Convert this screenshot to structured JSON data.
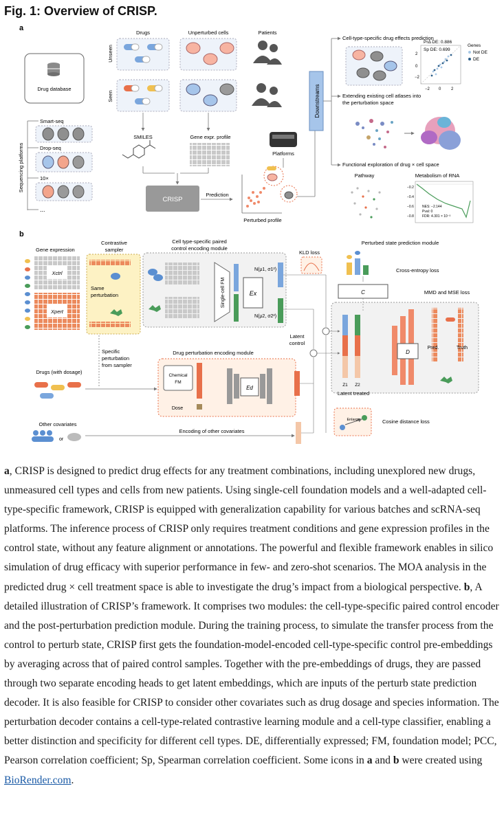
{
  "title": "Fig. 1: Overview of CRISP.",
  "panel_a": {
    "label": "a",
    "drug_database": "Drug database",
    "col_drugs": "Drugs",
    "col_unperturbed": "Unperturbed cells",
    "col_patients": "Patients",
    "row_unseen": "Unseen",
    "row_seen": "Seen",
    "smiles": "SMILES",
    "gene_expr": "Gene expr. profile",
    "platforms": "Platforms",
    "seq_platforms": "Sequencing platforms",
    "smart_seq": "Smart-seq",
    "drop_seq": "Drop-seq",
    "tenx": "10×",
    "dots": "...",
    "crisp": "CRISP",
    "prediction": "Prediction",
    "perturbed_profile": "Perturbed profile",
    "downstreams": "Downstreams",
    "ds1": "Cell-type-specific drug effects prediction",
    "pr_de": "PrΔ DE: 0.886",
    "sp_de": "Sp DE: 0.699",
    "genes": "Genes",
    "not_de": "Not DE",
    "de": "DE",
    "ds2_l1": "Extending existing cell atlases into",
    "ds2_l2": "the perturbation space",
    "ds3": "Functional exploration of drug × cell space",
    "pathway": "Pathway",
    "metabolism": "Metabolism of RNA",
    "nes": "NES: −2.144",
    "pval": "Pval: 0",
    "fdr": "FDR: 4.301 × 10⁻³"
  },
  "panel_b": {
    "label": "b",
    "gene_expression": "Gene expression",
    "contrastive_l1": "Contrastive",
    "contrastive_l2": "sampler",
    "same_l1": "Same",
    "same_l2": "perturbation",
    "paired_l1": "Cell type-specific paired",
    "paired_l2": "control encoding module",
    "single_cell_fm": "Single-cell FM",
    "ex": "Ex",
    "n1": "N(μ1, σ1²)",
    "n2": "N(μ2, σ2²)",
    "kld": "KLD loss",
    "perturbed_module": "Perturbed state prediction module",
    "cross_entropy": "Cross-entropy loss",
    "c": "C",
    "mmd": "MMD and MSE loss",
    "latent_control_l1": "Latent",
    "latent_control_l2": "control",
    "d": "D",
    "pred": "Pred.",
    "truth": "Truth",
    "z1": "Z1",
    "z2": "Z2",
    "latent_treated": "Latent treated",
    "specific_l1": "Specific",
    "specific_l2": "perturbation",
    "specific_l3": "from sampler",
    "drug_module": "Drug perturbation encoding module",
    "drugs_dosage": "Drugs (with dosage)",
    "chemical_fm_l1": "Chemical",
    "chemical_fm_l2": "FM",
    "dose": "Dose",
    "ed": "Ed",
    "other_covariates": "Other covariates",
    "or": "or",
    "encoding_other": "Encoding of other covariates",
    "enlarge": "Enlarge",
    "cosine": "Cosine distance loss",
    "xctrl": "Xctrl",
    "xpert": "Xpert"
  },
  "colors": {
    "orange": "#e8704a",
    "blue": "#5b8fd1",
    "green": "#4a9c5a",
    "grey": "#8c8c8c",
    "peach": "#f4c7a8"
  }
}
